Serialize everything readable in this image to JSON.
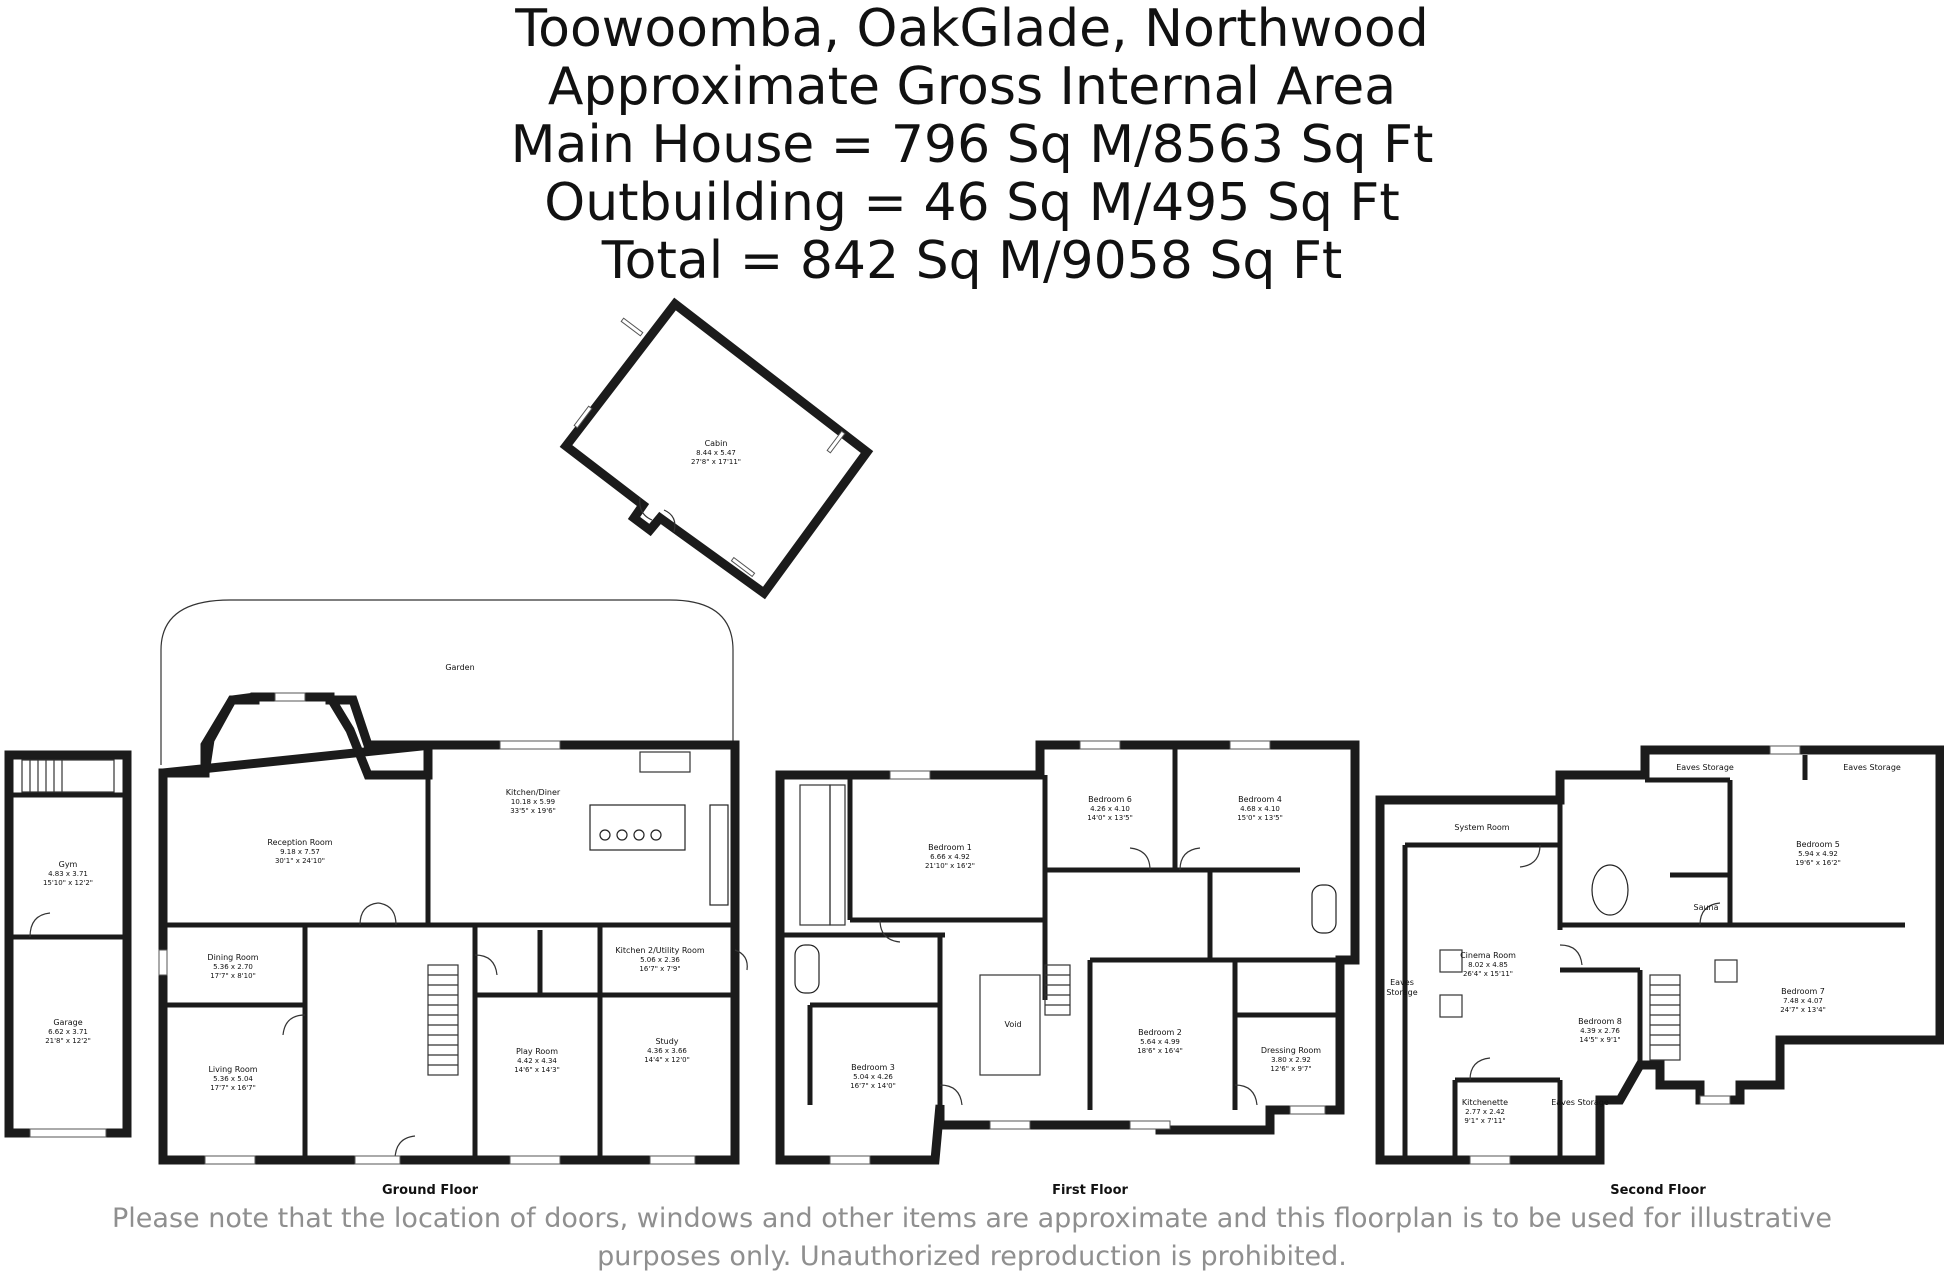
{
  "header": {
    "line1": "Toowoomba, OakGlade, Northwood",
    "line2": "Approximate Gross Internal Area",
    "line3": "Main House = 796 Sq M/8563 Sq Ft",
    "line4": "Outbuilding = 46 Sq M/495 Sq Ft",
    "line5": "Total = 842 Sq M/9058 Sq Ft"
  },
  "floors": {
    "ground": "Ground Floor",
    "first": "First Floor",
    "second": "Second Floor"
  },
  "rooms": {
    "cabin": {
      "name": "Cabin",
      "dims": "8.44 x 5.47",
      "imperial": "27'8\" x 17'11\""
    },
    "garden": {
      "name": "Garden"
    },
    "gym": {
      "name": "Gym",
      "dims": "4.83 x 3.71",
      "imperial": "15'10\" x 12'2\""
    },
    "garage": {
      "name": "Garage",
      "dims": "6.62 x 3.71",
      "imperial": "21'8\" x 12'2\""
    },
    "reception": {
      "name": "Reception Room",
      "dims": "9.18 x 7.57",
      "imperial": "30'1\" x 24'10\""
    },
    "kitchen_diner": {
      "name": "Kitchen/Diner",
      "dims": "10.18 x 5.99",
      "imperial": "33'5\" x 19'6\""
    },
    "dining": {
      "name": "Dining Room",
      "dims": "5.36 x 2.70",
      "imperial": "17'7\" x 8'10\""
    },
    "kitchen2": {
      "name": "Kitchen 2/Utility Room",
      "dims": "5.06 x 2.36",
      "imperial": "16'7\" x 7'9\""
    },
    "living": {
      "name": "Living Room",
      "dims": "5.36 x 5.04",
      "imperial": "17'7\" x 16'7\""
    },
    "play": {
      "name": "Play Room",
      "dims": "4.42 x 4.34",
      "imperial": "14'6\" x 14'3\""
    },
    "study": {
      "name": "Study",
      "dims": "4.36 x 3.66",
      "imperial": "14'4\" x 12'0\""
    },
    "bedroom1": {
      "name": "Bedroom 1",
      "dims": "6.66 x 4.92",
      "imperial": "21'10\" x 16'2\""
    },
    "bedroom6": {
      "name": "Bedroom 6",
      "dims": "4.26 x 4.10",
      "imperial": "14'0\" x 13'5\""
    },
    "bedroom4": {
      "name": "Bedroom 4",
      "dims": "4.68 x 4.10",
      "imperial": "15'0\" x 13'5\""
    },
    "void": {
      "name": "Void"
    },
    "bedroom2": {
      "name": "Bedroom 2",
      "dims": "5.64 x 4.99",
      "imperial": "18'6\" x 16'4\""
    },
    "dressing": {
      "name": "Dressing Room",
      "dims": "3.80 x 2.92",
      "imperial": "12'6\" x 9'7\""
    },
    "bedroom3": {
      "name": "Bedroom 3",
      "dims": "5.04 x 4.26",
      "imperial": "16'7\" x 14'0\""
    },
    "system": {
      "name": "System Room"
    },
    "eaves1": {
      "name": "Eaves Storage"
    },
    "eaves2": {
      "name": "Eaves Storage"
    },
    "eaves_left": {
      "name": "Eaves",
      "name2": "Storage"
    },
    "eaves_bottom": {
      "name": "Eaves Storage"
    },
    "cinema": {
      "name": "Cinema Room",
      "dims": "8.02 x 4.85",
      "imperial": "26'4\" x 15'11\""
    },
    "bedroom5": {
      "name": "Bedroom 5",
      "dims": "5.94 x 4.92",
      "imperial": "19'6\" x 16'2\""
    },
    "sauna": {
      "name": "Sauna"
    },
    "bedroom7": {
      "name": "Bedroom 7",
      "dims": "7.48 x 4.07",
      "imperial": "24'7\" x 13'4\""
    },
    "bedroom8": {
      "name": "Bedroom 8",
      "dims": "4.39 x 2.76",
      "imperial": "14'5\" x 9'1\""
    },
    "kitchenette": {
      "name": "Kitchenette",
      "dims": "2.77 x 2.42",
      "imperial": "9'1\" x 7'11\""
    }
  },
  "disclaimer": {
    "line1": "Please note that the location of doors, windows and other items are approximate and this floorplan is to be used for illustrative",
    "line2": "purposes only. Unauthorized reproduction is prohibited."
  }
}
